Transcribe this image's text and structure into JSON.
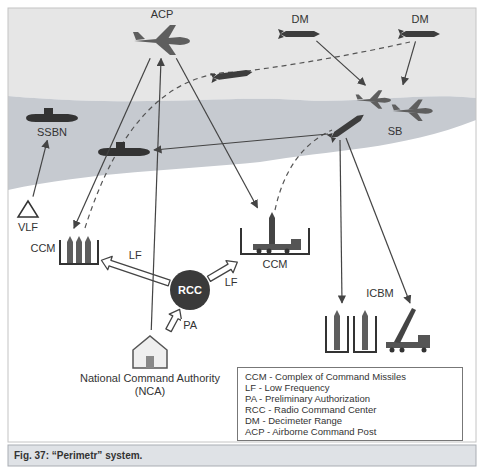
{
  "diagram": {
    "caption": "Fig. 37: “Perimetr” system.",
    "nodes": [
      {
        "text": [
          "ACP"
        ]
      },
      {
        "text": [
          "DM"
        ]
      },
      {
        "text": [
          "DM"
        ]
      },
      {
        "text": [
          "SSBN"
        ]
      },
      {
        "text": [
          "SB"
        ]
      },
      {
        "text": [
          "VLF"
        ]
      },
      {
        "text": [
          "CCM"
        ]
      },
      {
        "text": [
          "RCC"
        ]
      },
      {
        "text": [
          "CCM"
        ]
      },
      {
        "text": [
          "ICBM"
        ]
      },
      {
        "text": [
          "National Command Authority (NCA)"
        ]
      }
    ],
    "edges": [
      {
        "from": 10,
        "to": 7,
        "arrow": "to",
        "label": "PA"
      },
      {
        "from": 7,
        "to": 6,
        "arrow": "to",
        "label": "LF"
      },
      {
        "from": 7,
        "to": 8,
        "arrow": "to",
        "label": "LF"
      },
      {
        "from": 10,
        "to": 0,
        "arrow": "to"
      },
      {
        "from": 0,
        "to": 6,
        "arrow": "to"
      },
      {
        "from": 0,
        "to": 8,
        "arrow": "to"
      },
      {
        "from": 5,
        "to": 3,
        "arrow": "to"
      },
      {
        "from": 1,
        "to": 4,
        "arrow": "to"
      },
      {
        "from": 2,
        "to": 4,
        "arrow": "to"
      }
    ],
    "legend": [
      {
        "text": "CCM - Complex of Command Missiles"
      },
      {
        "text": "LF - Low Frequency"
      },
      {
        "text": "PA - Preliminary Authorization"
      },
      {
        "text": "RCC - Radio Command Center"
      },
      {
        "text": "DM - Decimeter Range"
      },
      {
        "text": "ACP - Airborne Command Post"
      }
    ]
  }
}
